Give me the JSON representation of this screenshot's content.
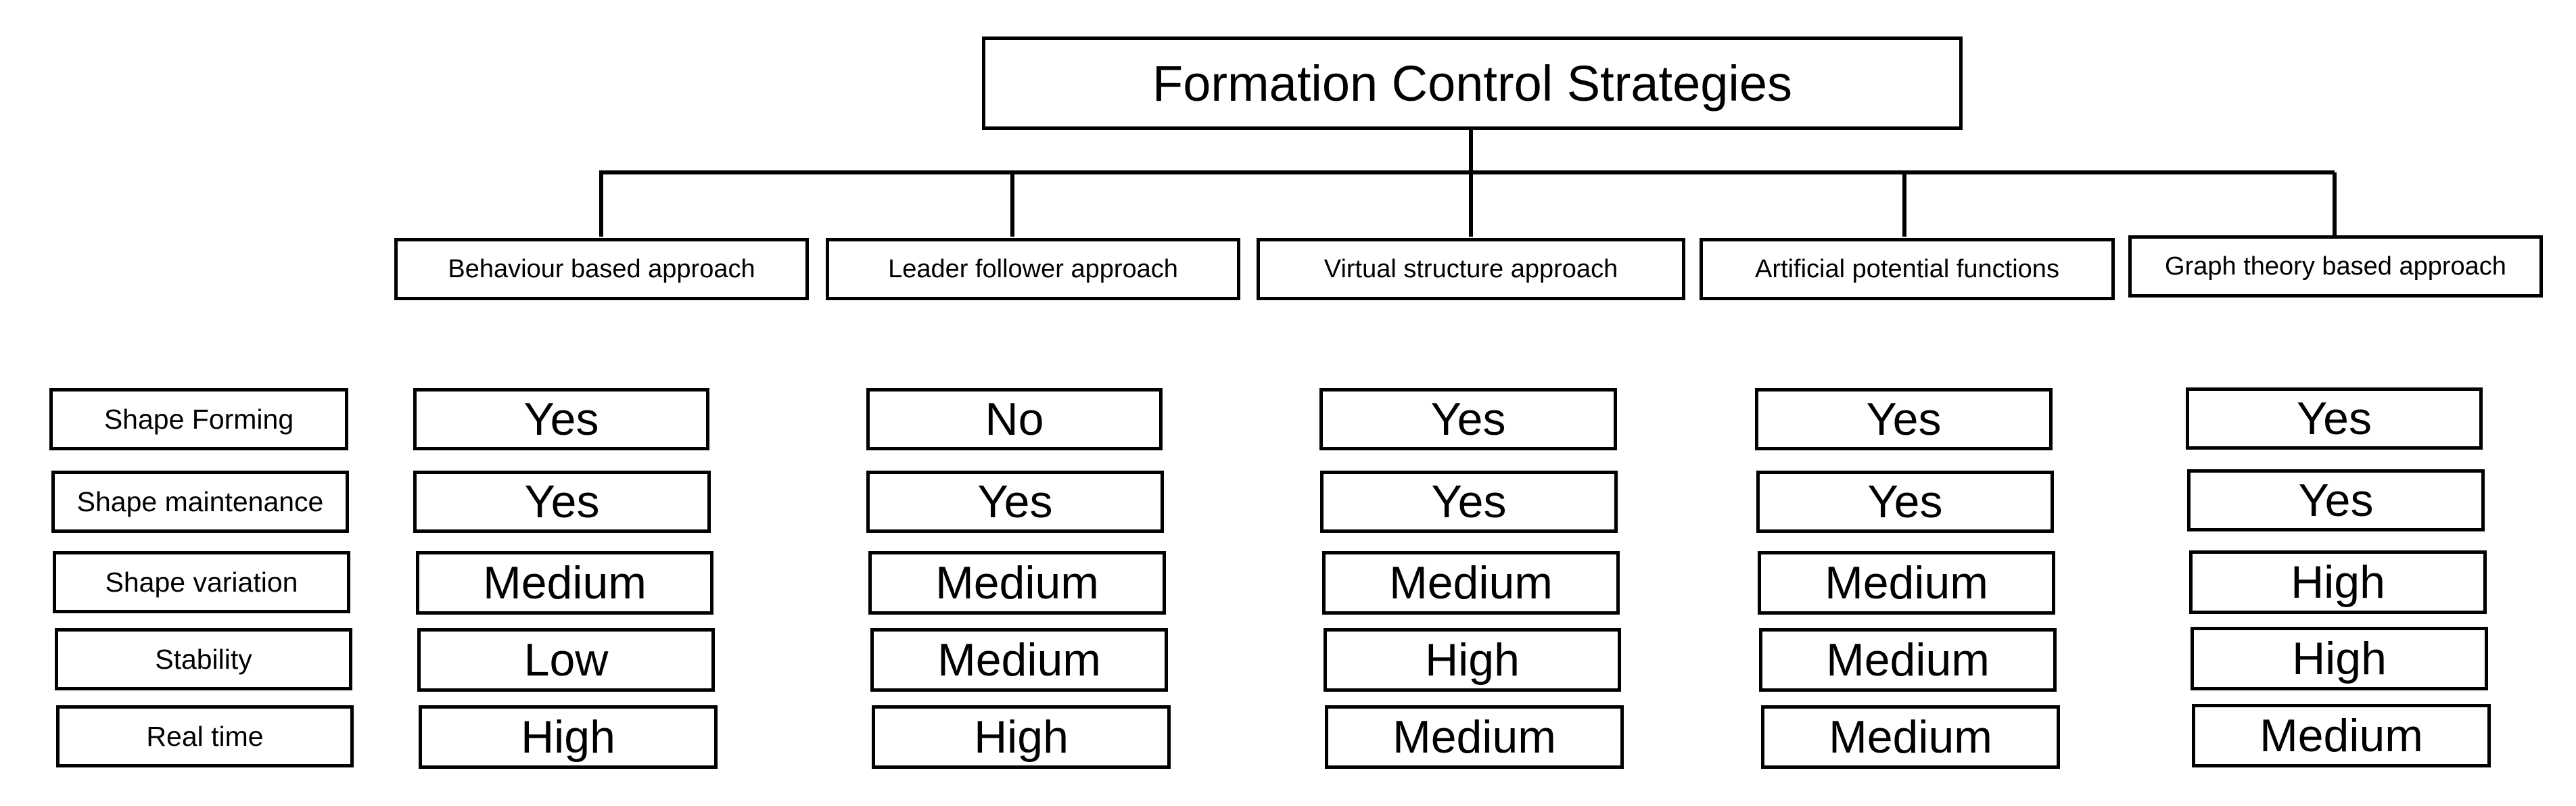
{
  "title": "Formation Control Strategies",
  "approaches": [
    "Behaviour based approach",
    "Leader follower approach",
    "Virtual structure approach",
    "Artificial potential functions",
    "Graph theory based approach"
  ],
  "criteria": [
    "Shape Forming",
    "Shape maintenance",
    "Shape variation",
    "Stability",
    "Real time"
  ],
  "values": [
    [
      "Yes",
      "No",
      "Yes",
      "Yes",
      "Yes"
    ],
    [
      "Yes",
      "Yes",
      "Yes",
      "Yes",
      "Yes"
    ],
    [
      "Medium",
      "Medium",
      "Medium",
      "Medium",
      "High"
    ],
    [
      "Low",
      "Medium",
      "High",
      "Medium",
      "High"
    ],
    [
      "High",
      "High",
      "Medium",
      "Medium",
      "Medium"
    ]
  ]
}
